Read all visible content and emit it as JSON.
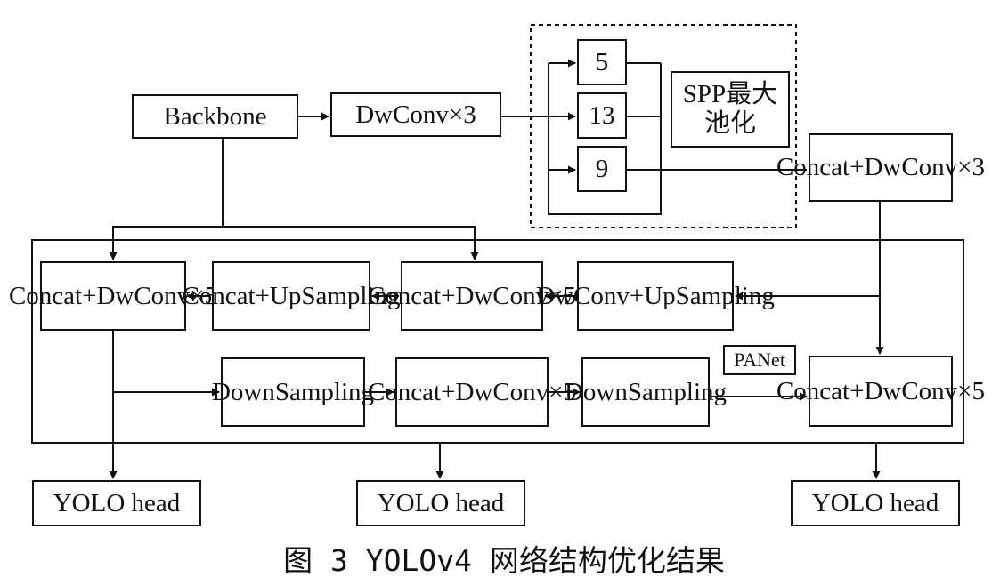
{
  "nodes": {
    "backbone": "Backbone",
    "dwconv3_top": "DwConv×3",
    "pool_5": "5",
    "pool_13": "13",
    "pool_9": "9",
    "spp": "SPP最大池化",
    "concat_dwconv3": "Concat+DwConv×3",
    "concat_dwconv5_left": "Concat+DwConv×5",
    "concat_upsampling": "Concat+UpSampling",
    "concat_dwconv5_mid_top": "Concat+DwConv×5",
    "dwconv_upsampling": "DwConv+UpSampling",
    "downsampling_1": "DownSampling",
    "concat_dwconv5_mid_bottom": "Concat+DwConv×5",
    "downsampling_2": "DownSampling",
    "panet": "PANet",
    "concat_dwconv5_right": "Concat+DwConv×5",
    "yolo_head_left": "YOLO head",
    "yolo_head_mid": "YOLO head",
    "yolo_head_right": "YOLO head"
  },
  "caption": "图 3 YOLOv4 网络结构优化结果"
}
